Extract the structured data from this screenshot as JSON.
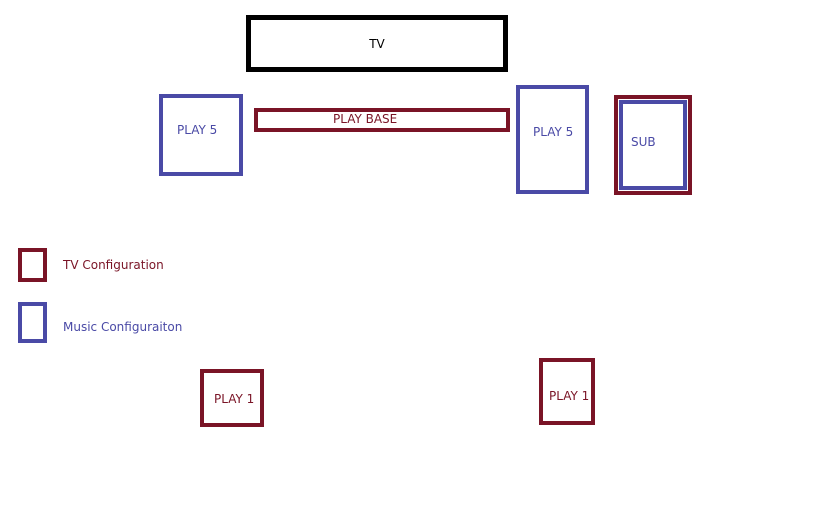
{
  "diagram": {
    "tv": {
      "label": "TV"
    },
    "play5_left": {
      "label": "PLAY 5"
    },
    "playbase": {
      "label": "PLAY BASE"
    },
    "play5_right": {
      "label": "PLAY 5"
    },
    "sub": {
      "label": "SUB"
    },
    "play1_left": {
      "label": "PLAY 1"
    },
    "play1_right": {
      "label": "PLAY 1"
    }
  },
  "legend": {
    "tv_configuration": {
      "label": "TV Configuration",
      "color": "#7a1426"
    },
    "music_configuration": {
      "label": "Music Configuraiton",
      "color": "#4a4aa6"
    }
  },
  "colors": {
    "tv_box_border": "#000000",
    "tv_config": "#7a1426",
    "music_config": "#4a4aa6"
  }
}
